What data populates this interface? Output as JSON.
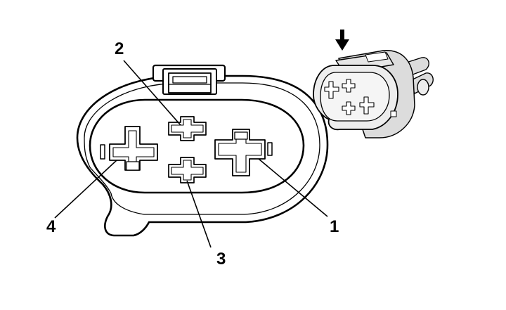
{
  "pins": [
    {
      "id": "pin-1",
      "label": "1"
    },
    {
      "id": "pin-2",
      "label": "2"
    },
    {
      "id": "pin-3",
      "label": "3"
    },
    {
      "id": "pin-4",
      "label": "4"
    }
  ],
  "icons": {
    "view_arrow": "down-arrow-icon"
  },
  "colors": {
    "line": "#000000",
    "fill": "#ffffff",
    "thumbnail_fill": "#dcdcdc",
    "thumbnail_face": "#ededed"
  }
}
